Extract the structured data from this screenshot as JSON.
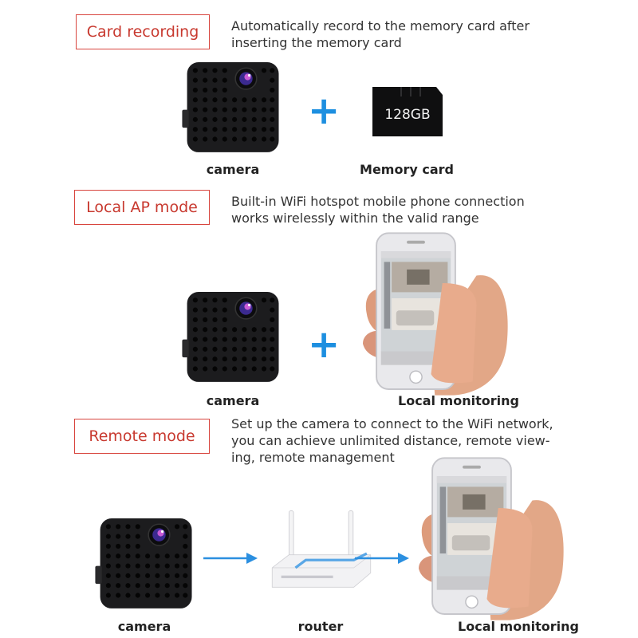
{
  "sections": [
    {
      "mode": "Card recording",
      "description": "Automatically record to the memory card after\ninserting the memory card",
      "labels": [
        "camera",
        "Memory card"
      ]
    },
    {
      "mode": "Local AP mode",
      "description": "Built-in WiFi hotspot mobile phone connection\nworks wirelessly within the valid range",
      "labels": [
        "camera",
        "Local monitoring"
      ]
    },
    {
      "mode": "Remote mode",
      "description": "Set up the camera to connect to the WiFi network,\nyou can achieve unlimited distance, remote view-\ning, remote management",
      "labels": [
        "camera",
        "router",
        "Local monitoring"
      ]
    }
  ],
  "memory_card_text": "128GB",
  "symbols": {
    "plus": "+"
  },
  "colors": {
    "mode_text": "#c8392f",
    "mode_border": "#d8453e",
    "accent_blue": "#1d8fe0",
    "camera_body": "#1c1c1e"
  }
}
